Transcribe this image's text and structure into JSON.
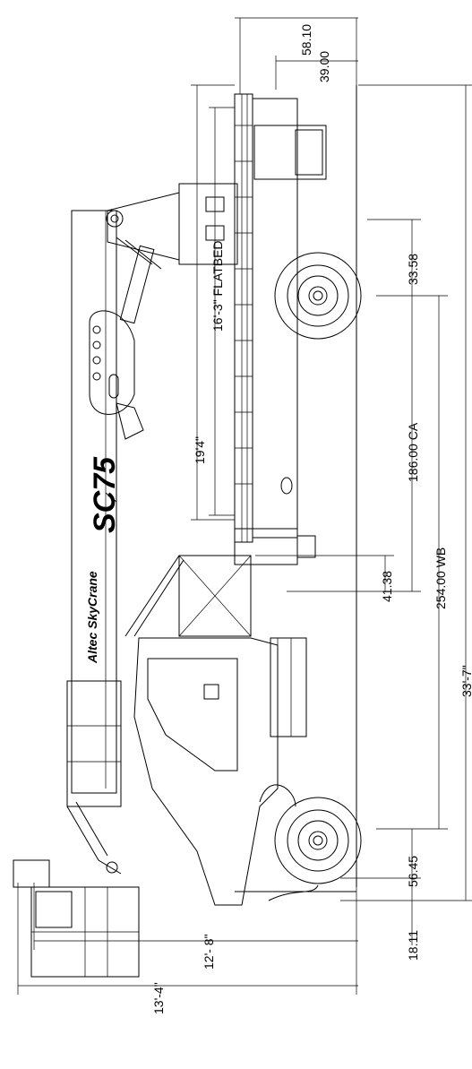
{
  "model": "SC75",
  "brand_logo": "Altec SkyCrane",
  "dimensions": {
    "d1": "58.10",
    "d2": "39.00",
    "d3": "33.58",
    "d4": "186.00 CA",
    "d5": "254.00 WB",
    "d6": "33'-7\"",
    "d7": "41.38",
    "d8": "56.45",
    "d9": "18.11",
    "d10": "12'- 8\"",
    "d11": "13'-4\"",
    "d12": "19'4\"",
    "d13": "16'-3\" FLATBED"
  }
}
